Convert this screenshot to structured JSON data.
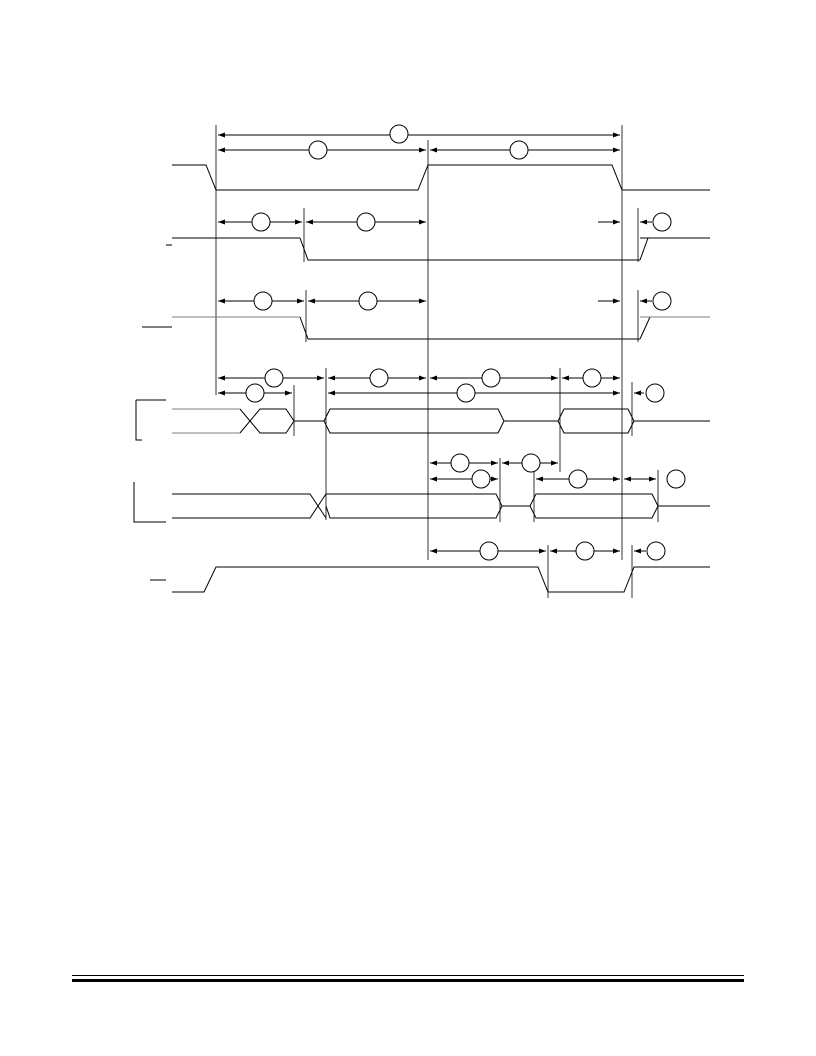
{
  "diagram": {
    "kind": "timing-diagram",
    "signal_count": 6,
    "parameter_bubble_count": 23,
    "bubble_labels": [],
    "signal_labels": [],
    "line_color": "#000000",
    "background": "#ffffff"
  }
}
